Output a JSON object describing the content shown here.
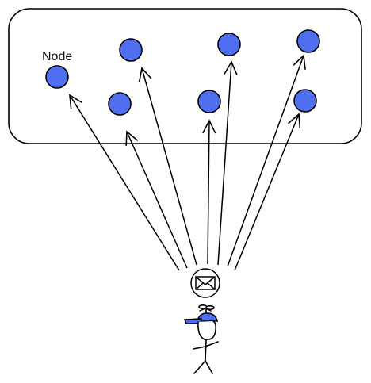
{
  "diagram": {
    "node_label": "Node",
    "node_count": 7,
    "arrow_count": 7,
    "colors": {
      "node_fill": "#4f6ff0",
      "stroke": "#000000",
      "cap": "#4f6ff0",
      "background": "#ffffff"
    },
    "icons": {
      "message": "envelope-icon",
      "sender": "stick-figure-with-propeller-cap"
    }
  }
}
